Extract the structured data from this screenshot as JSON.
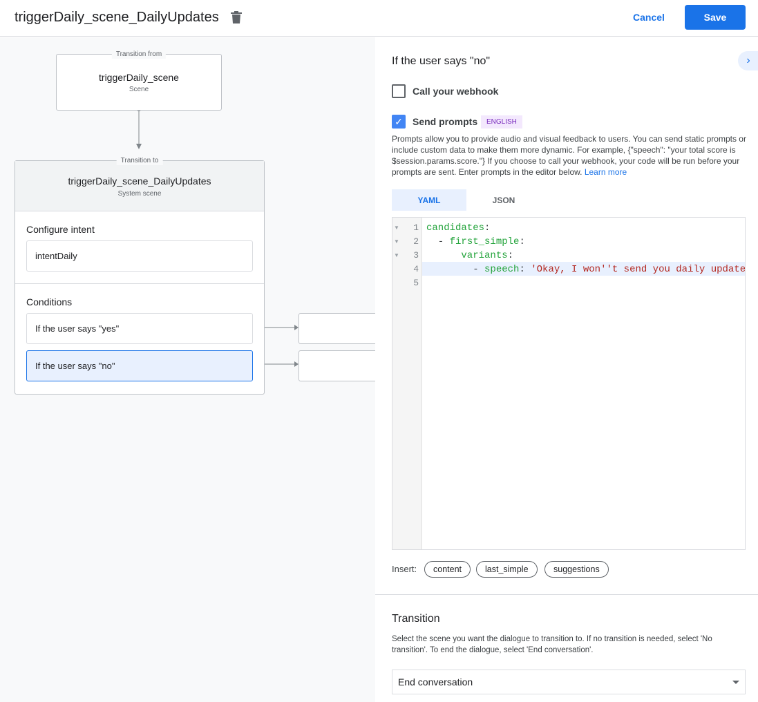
{
  "header": {
    "title": "triggerDaily_scene_DailyUpdates",
    "cancel": "Cancel",
    "save": "Save"
  },
  "canvas": {
    "from": {
      "label": "Transition from",
      "name": "triggerDaily_scene",
      "type": "Scene"
    },
    "to": {
      "label": "Transition to",
      "name": "triggerDaily_scene_DailyUpdates",
      "type": "System scene"
    },
    "intent_heading": "Configure intent",
    "intent": "intentDaily",
    "conditions_heading": "Conditions",
    "conditions": [
      "If the user says \"yes\"",
      "If the user says \"no\""
    ]
  },
  "panel": {
    "title": "If the user says \"no\"",
    "webhook": {
      "label": "Call your webhook",
      "checked": false
    },
    "prompts": {
      "label": "Send prompts",
      "checked": true,
      "badge": "ENGLISH",
      "description": "Prompts allow you to provide audio and visual feedback to users. You can send static prompts or include custom data to make them more dynamic. For example, {\"speech\": \"your total score is $session.params.score.\"} If you choose to call your webhook, your code will be run before your prompts are sent. Enter prompts in the editor below.",
      "learn_more": "Learn more"
    },
    "tabs": [
      "YAML",
      "JSON"
    ],
    "active_tab": "YAML",
    "editor": {
      "line_numbers": [
        "1",
        "2",
        "3",
        "4",
        "5"
      ],
      "lines": [
        [
          {
            "t": "candidates",
            "c": "key"
          },
          {
            "t": ":",
            "c": "p"
          }
        ],
        [
          {
            "t": "  - ",
            "c": "p"
          },
          {
            "t": "first_simple",
            "c": "key"
          },
          {
            "t": ":",
            "c": "p"
          }
        ],
        [
          {
            "t": "      variants",
            "c": "key"
          },
          {
            "t": ":",
            "c": "p"
          }
        ],
        [
          {
            "t": "        - ",
            "c": "p"
          },
          {
            "t": "speech",
            "c": "key"
          },
          {
            "t": ": ",
            "c": "p"
          },
          {
            "t": "'Okay, I won''t send you daily update",
            "c": "str"
          }
        ],
        []
      ]
    },
    "insert_label": "Insert:",
    "insert_chips": [
      "content",
      "last_simple",
      "suggestions"
    ],
    "transition": {
      "heading": "Transition",
      "description": "Select the scene you want the dialogue to transition to. If no transition is needed, select 'No transition'. To end the dialogue, select 'End conversation'.",
      "selected": "End conversation"
    }
  }
}
